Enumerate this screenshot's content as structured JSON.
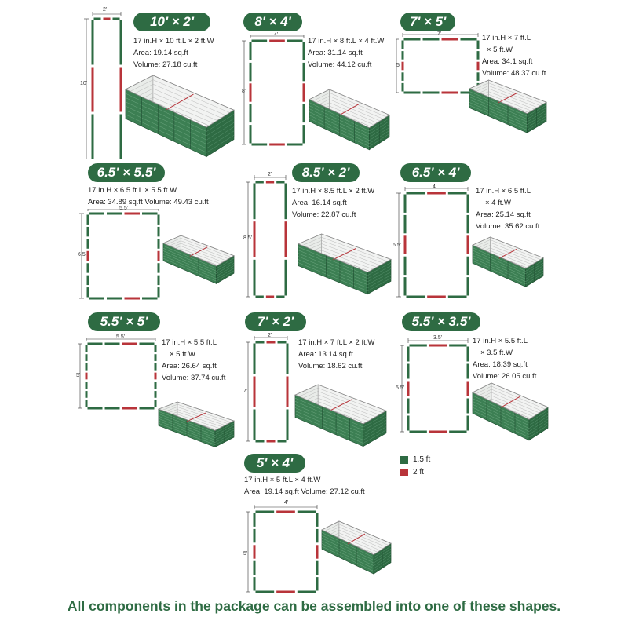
{
  "colors": {
    "green": "#2e6b43",
    "red": "#b8343a",
    "brand": "#2e6b43"
  },
  "shapes": [
    {
      "id": "s1",
      "title": "10' × 2'",
      "lines": [
        "17 in.H × 10 ft.L × 2 ft.W",
        "Area: 19.14 sq.ft",
        "Volume: 27.18 cu.ft"
      ],
      "width_label": "2'",
      "length_label": "10'"
    },
    {
      "id": "s2",
      "title": "8' × 4'",
      "lines": [
        "17 in.H × 8 ft.L × 4 ft.W",
        "Area: 31.14 sq.ft",
        "Volume: 44.12 cu.ft"
      ],
      "width_label": "4'",
      "length_label": "8'"
    },
    {
      "id": "s3",
      "title": "7' × 5'",
      "lines": [
        "17 in.H × 7 ft.L",
        "× 5 ft.W",
        "Area: 34.1 sq.ft",
        "Volume: 48.37 cu.ft"
      ],
      "width_label": "7'",
      "length_label": "5'"
    },
    {
      "id": "s4",
      "title": "6.5' × 5.5'",
      "lines": [
        "17 in.H × 6.5 ft.L × 5.5 ft.W",
        "Area: 34.89 sq.ft Volume: 49.43 cu.ft"
      ],
      "width_label": "5.5'",
      "length_label": "6.5'"
    },
    {
      "id": "s5",
      "title": "8.5' × 2'",
      "lines": [
        "17 in.H × 8.5 ft.L × 2 ft.W",
        "Area: 16.14 sq.ft",
        "Volume: 22.87 cu.ft"
      ],
      "width_label": "2'",
      "length_label": "8.5'"
    },
    {
      "id": "s6",
      "title": "6.5' × 4'",
      "lines": [
        "17 in.H × 6.5 ft.L",
        "× 4 ft.W",
        "Area: 25.14 sq.ft",
        "Volume: 35.62 cu.ft"
      ],
      "width_label": "4'",
      "length_label": "6.5'"
    },
    {
      "id": "s7",
      "title": "5.5' × 5'",
      "lines": [
        "17 in.H × 5.5 ft.L",
        "× 5 ft.W",
        "Area: 26.64 sq.ft",
        "Volume: 37.74 cu.ft"
      ],
      "width_label": "5.5'",
      "length_label": "5'"
    },
    {
      "id": "s8",
      "title": "7' × 2'",
      "lines": [
        "17 in.H × 7 ft.L × 2 ft.W",
        "Area: 13.14 sq.ft",
        "Volume: 18.62 cu.ft"
      ],
      "width_label": "2'",
      "length_label": "7'"
    },
    {
      "id": "s9",
      "title": "5.5' × 3.5'",
      "lines": [
        "17 in.H × 5.5 ft.L",
        "× 3.5 ft.W",
        "Area: 18.39 sq.ft",
        "Volume: 26.05 cu.ft"
      ],
      "width_label": "3.5'",
      "length_label": "5.5'"
    },
    {
      "id": "s10",
      "title": "5' × 4'",
      "lines": [
        "17 in.H × 5 ft.L × 4 ft.W",
        "Area: 19.14 sq.ft Volume: 27.12 cu.ft"
      ],
      "width_label": "4'",
      "length_label": "5'"
    }
  ],
  "legend": [
    {
      "label": "1.5 ft",
      "color": "#2e6b43"
    },
    {
      "label": "2 ft",
      "color": "#b8343a"
    }
  ],
  "footer": "All components in the package can be assembled into one of these shapes."
}
